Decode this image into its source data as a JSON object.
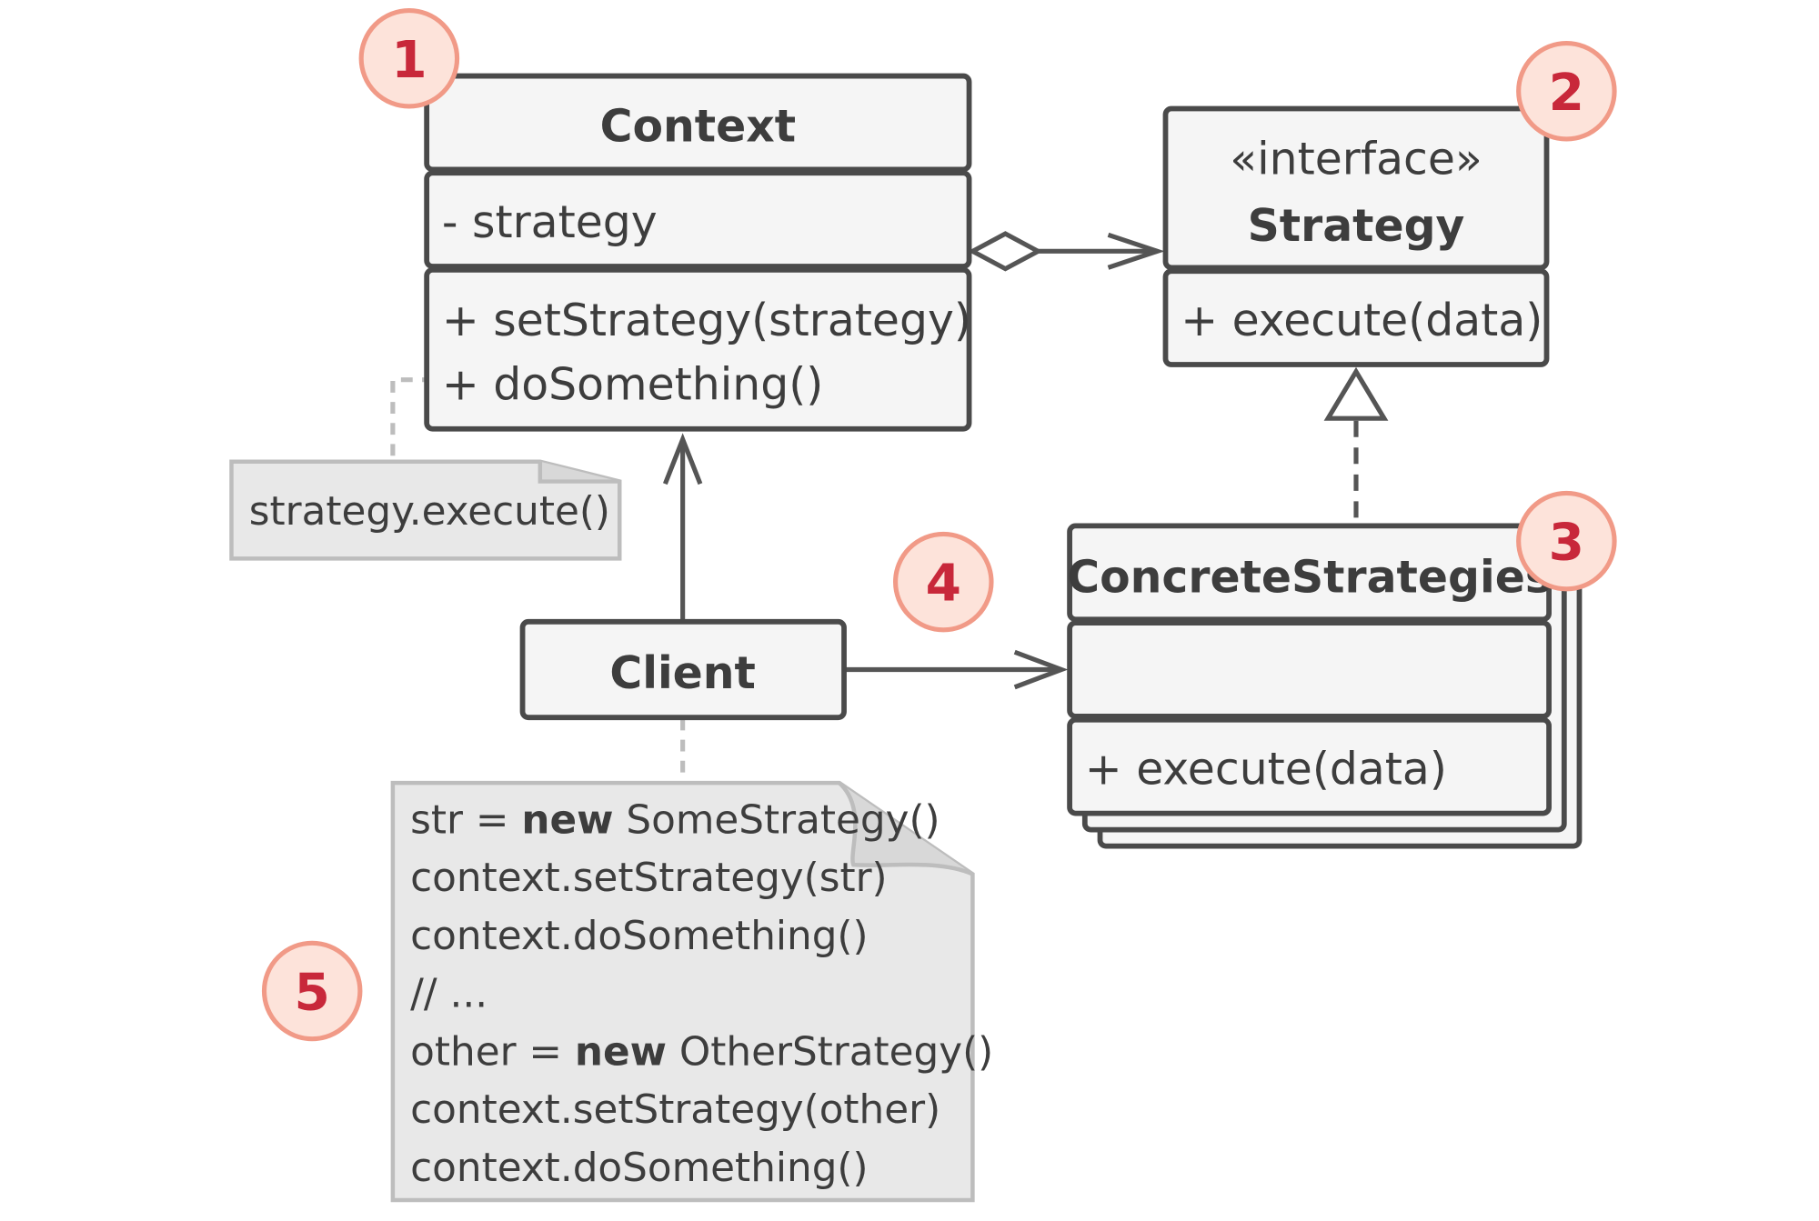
{
  "colors": {
    "box_fill": "#f5f5f5",
    "box_stroke": "#4a4a4a",
    "text": "#3d3d3d",
    "note_fill": "#e8e8e8",
    "note_stroke": "#bdbdbd",
    "arrow": "#555555",
    "badge_fill": "#fde3da",
    "badge_stroke": "#f19a87",
    "badge_text": "#c8283a"
  },
  "context": {
    "title": "Context",
    "field": "- strategy",
    "methods": [
      "+ setStrategy(strategy)",
      "+ doSomething()"
    ]
  },
  "strategy": {
    "stereotype": "«interface»",
    "title": "Strategy",
    "method": "+ execute(data)"
  },
  "concrete": {
    "title": "ConcreteStrategies",
    "method": "+ execute(data)"
  },
  "client": {
    "title": "Client"
  },
  "note_context": {
    "text": "strategy.execute()"
  },
  "note_client": {
    "lines": [
      {
        "pre": "str = ",
        "kw": "new",
        "post": " SomeStrategy()"
      },
      {
        "pre": "context.setStrategy(str)",
        "kw": "",
        "post": ""
      },
      {
        "pre": "context.doSomething()",
        "kw": "",
        "post": ""
      },
      {
        "pre": "// ...",
        "kw": "",
        "post": ""
      },
      {
        "pre": "other = ",
        "kw": "new",
        "post": " OtherStrategy()"
      },
      {
        "pre": "context.setStrategy(other)",
        "kw": "",
        "post": ""
      },
      {
        "pre": "context.doSomething()",
        "kw": "",
        "post": ""
      }
    ]
  },
  "badges": [
    "1",
    "2",
    "3",
    "4",
    "5"
  ]
}
